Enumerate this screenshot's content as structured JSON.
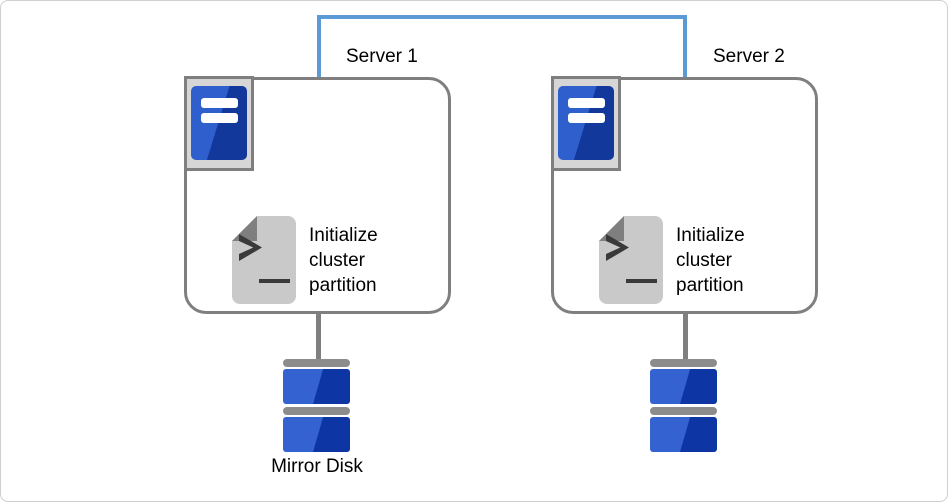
{
  "diagram": {
    "servers": [
      {
        "label": "Server 1",
        "action": "Initialize cluster partition"
      },
      {
        "label": "Server 2",
        "action": "Initialize cluster partition"
      }
    ],
    "disk": {
      "label": "Mirror Disk"
    },
    "icons": {
      "interconnect": "heartbeat-link-line",
      "server": "server-icon",
      "script": "shell-script-icon",
      "disk": "mirror-disk-icon"
    },
    "colors": {
      "link_blue": "#5B9BD5",
      "border_gray": "#7F7F7F",
      "server_blue_light": "#2E5FCC",
      "server_blue_dark": "#12389B",
      "disk_blue_light": "#3463D1",
      "disk_blue_dark": "#0D35A4",
      "disk_cap_gray": "#8C8C8C",
      "doc_gray": "#C9C9C9"
    }
  }
}
